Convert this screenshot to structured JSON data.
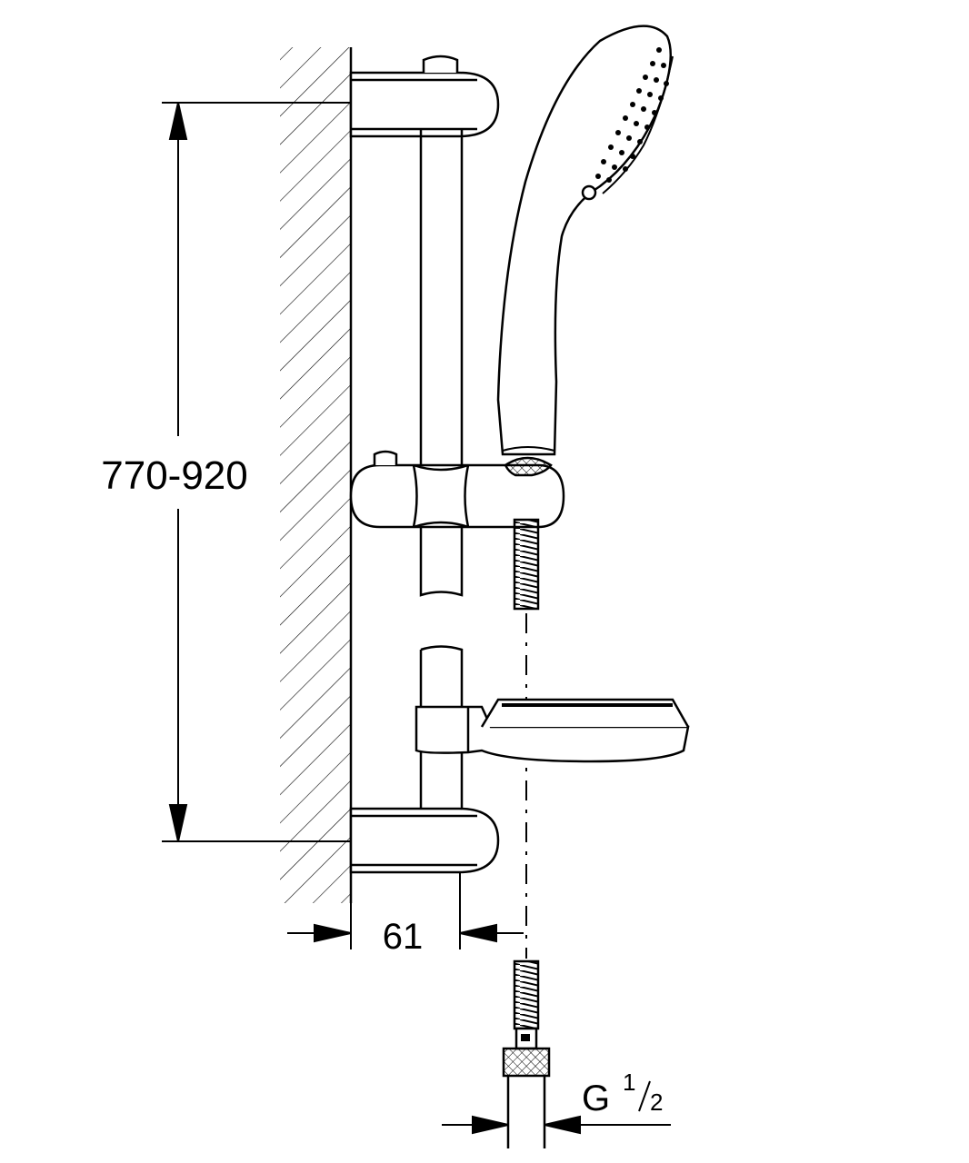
{
  "drawing": {
    "colors": {
      "line": "#000000",
      "background": "#ffffff"
    },
    "dimensions": {
      "rail_height": "770-920",
      "wall_offset": "61",
      "thread_letter": "G",
      "thread_numerator": "1",
      "thread_denominator": "2"
    }
  }
}
